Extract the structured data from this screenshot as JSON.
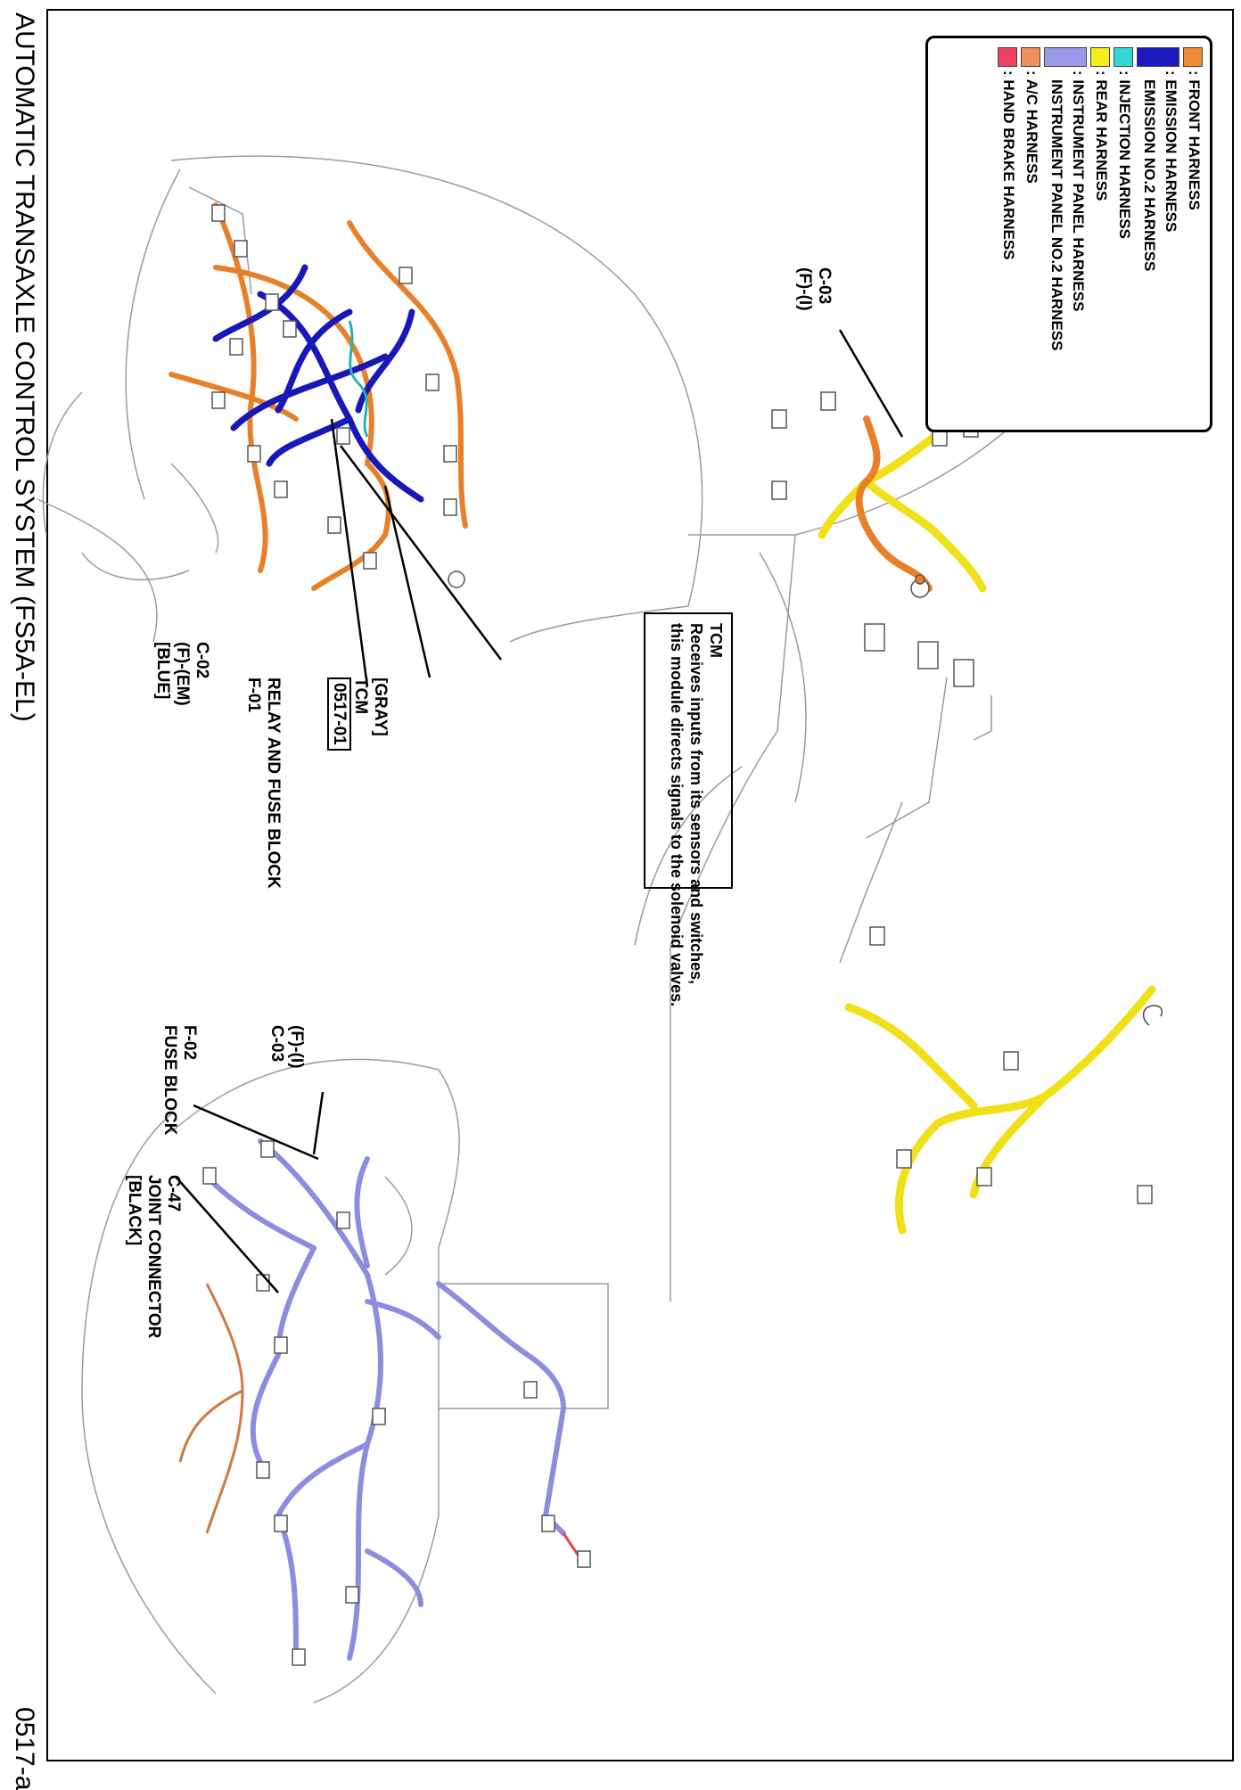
{
  "title": "AUTOMATIC TRANSAXLE CONTROL SYSTEM (FS5A-EL)",
  "page_number": "0517-a",
  "legend": {
    "items": [
      {
        "label": ": FRONT HARNESS",
        "color": "#F08A30"
      },
      {
        "label": ": EMISSION HARNESS",
        "color": "#1A1AC0"
      },
      {
        "label": "EMISSION NO.2 HARNESS",
        "color": ""
      },
      {
        "label": ": INJECTION HARNESS",
        "color": "#30D8D8"
      },
      {
        "label": ": REAR HARNESS",
        "color": "#F5EC20"
      },
      {
        "label": ": INSTRUMENT PANEL HARNESS",
        "color": "#9A9AE8"
      },
      {
        "label": "INSTRUMENT PANEL NO.2 HARNESS",
        "color": ""
      },
      {
        "label": ": A/C HARNESS",
        "color": "#F09060"
      },
      {
        "label": ": HAND BRAKE HARNESS",
        "color": "#F04060"
      }
    ]
  },
  "callouts": {
    "c02": {
      "line1": "[BLUE]",
      "line2": "(F)-(EM)",
      "line3": "C-02"
    },
    "f01": {
      "line1": "F-01",
      "line2": "RELAY AND FUSE BLOCK"
    },
    "tcm_code": {
      "line1": "0517-01",
      "line2": "TCM",
      "line3": "[GRAY]"
    },
    "f02": {
      "line1": "FUSE BLOCK",
      "line2": "F-02"
    },
    "c03_right": {
      "line1": "C-03",
      "line2": "(F)-(I)"
    },
    "c47": {
      "line1": "[BLACK]",
      "line2": "JOINT CONNECTOR",
      "line3": "C-47"
    },
    "c03_left": {
      "line1": "(F)-(I)",
      "line2": "C-03"
    }
  },
  "tcm_description": {
    "heading": "TCM",
    "line1": "Receives inputs from its sensors and switches,",
    "line2": "this module directs signals to the solenoid valves."
  }
}
